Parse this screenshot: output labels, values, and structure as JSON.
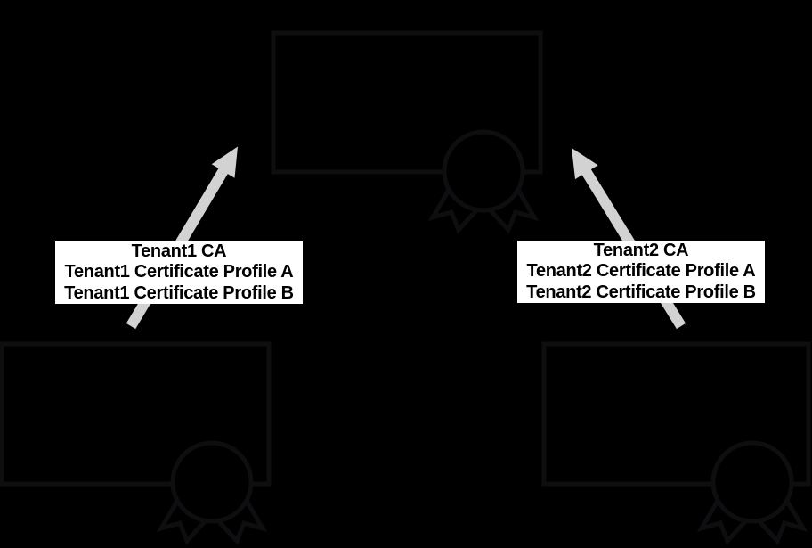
{
  "colors": {
    "background": "#000000",
    "box_outline": "#0e0e11",
    "arrow": "#d2d2d2",
    "label_background": "#ffffff",
    "label_text": "#000000"
  },
  "icons": {
    "seal": "certificate-seal-icon"
  },
  "labels": {
    "tenant1": {
      "lines": [
        "Tenant1 CA",
        "Tenant1 Certificate Profile A",
        "Tenant1 Certificate Profile B"
      ]
    },
    "tenant2": {
      "lines": [
        "Tenant2 CA",
        "Tenant2 Certificate Profile A",
        "Tenant2 Certificate Profile B"
      ]
    }
  }
}
